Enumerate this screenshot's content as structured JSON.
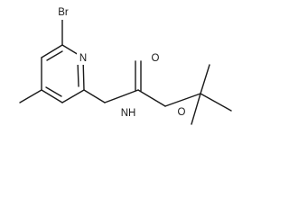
{
  "molecule": {
    "atoms": {
      "bromine": "Br",
      "ring_nitrogen": "N",
      "amide_nitrogen": "NH",
      "carbonyl_oxygen": "O",
      "ester_oxygen": "O"
    }
  }
}
